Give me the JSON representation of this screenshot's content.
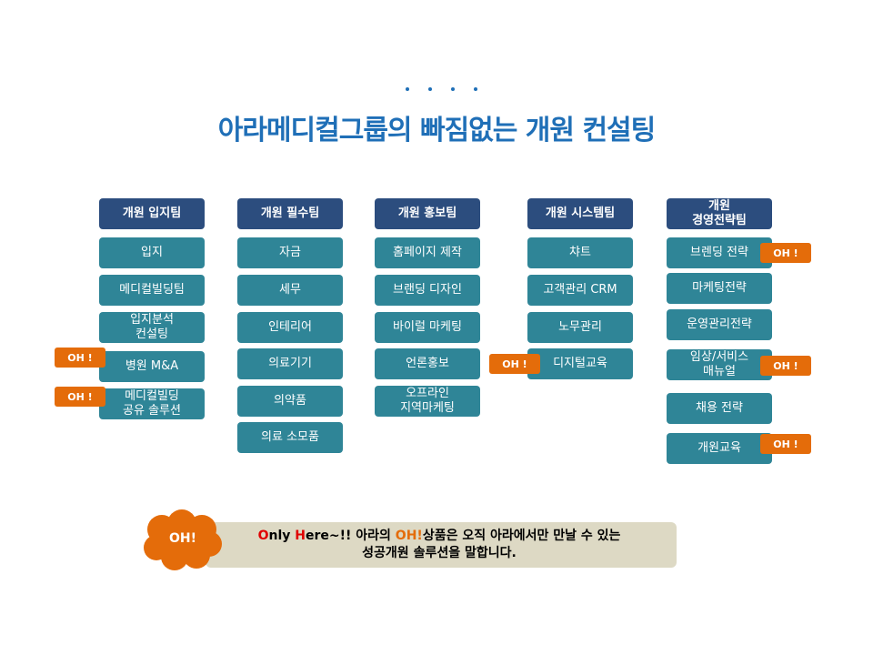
{
  "title": "아라메디컬그룹의 빠짐없는 개원 컨설팅",
  "columns": [
    {
      "header": "개원 입지팀",
      "items": [
        "입지",
        "메디컬빌딩팀",
        "입지분석\n컨설팅",
        "병원 M&A",
        "메디컬빌딩\n공유 솔루션"
      ]
    },
    {
      "header": "개원 필수팀",
      "items": [
        "자금",
        "세무",
        "인테리어",
        "의료기기",
        "의약품",
        "의료 소모품"
      ]
    },
    {
      "header": "개원 홍보팀",
      "items": [
        "홈페이지 제작",
        "브랜딩 디자인",
        "바이럴 마케팅",
        "언론홍보",
        "오프라인\n지역마케팅"
      ]
    },
    {
      "header": "개원 시스템팀",
      "items": [
        "챠트",
        "고객관리 CRM",
        "노무관리",
        "디지털교육"
      ]
    },
    {
      "header": "개원\n경영전략팀",
      "items": [
        "브렌딩 전략",
        "마케팅전략",
        "운영관리전략",
        "임상/서비스\n매뉴얼",
        "채용 전략",
        "개원교육"
      ]
    }
  ],
  "oh_badge": "OH !",
  "banner": {
    "cloud_label": "OH!",
    "o": "O",
    "nly": "nly ",
    "h": "H",
    "ere": "ere~!! 아라의 ",
    "oh_word": "OH!",
    "rest1": "상품은 오직 아라에서만 만날 수 있는",
    "line2": "성공개원 솔루션을 말합니다."
  },
  "colors": {
    "title": "#1f6fb7",
    "header_box": "#2c4d7e",
    "item_box": "#2f8597",
    "oh_badge": "#e46c0a",
    "banner_bg": "#ddd9c4",
    "highlight_red": "#e00000"
  }
}
